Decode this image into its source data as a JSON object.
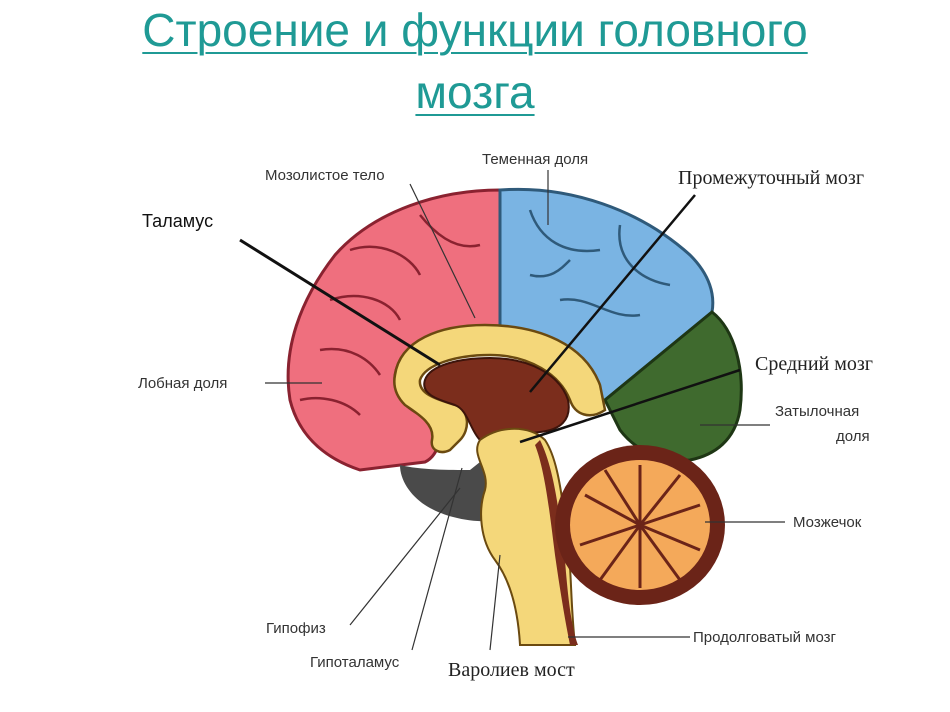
{
  "title": {
    "line1": "Строение и функции головного",
    "line2": "мозга"
  },
  "labels": {
    "corpus_callosum": "Мозолистое тело",
    "parietal": "Теменная доля",
    "diencephalon": "Промежуточный мозг",
    "thalamus": "Таламус",
    "frontal": "Лобная доля",
    "midbrain": "Средний мозг",
    "occipital_line1": "Затылочная",
    "occipital_line2": "доля",
    "cerebellum": "Мозжечок",
    "pituitary": "Гипофиз",
    "hypothalamus": "Гипоталамус",
    "medulla": "Продолговатый мозг",
    "pons": "Варолиев мост"
  },
  "colors": {
    "title": "#1f9a95",
    "frontal": "#ef6f7e",
    "parietal": "#7ab4e3",
    "occipital": "#3f6a2e",
    "cerebellum_outer": "#6b2418",
    "cerebellum_inner": "#f4a95a",
    "brainstem": "#f4d77a",
    "diencephalon": "#7b2d1c"
  }
}
